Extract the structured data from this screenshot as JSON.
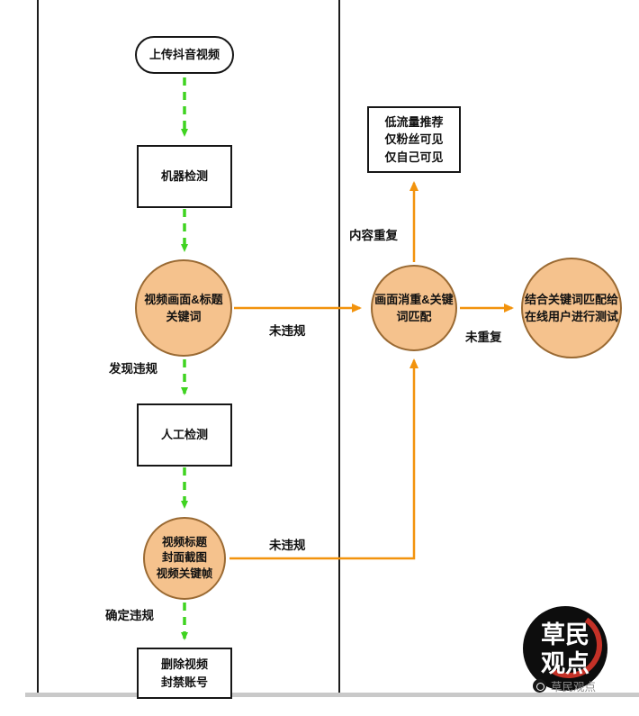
{
  "flow": {
    "nodes": {
      "upload": {
        "label": "上传抖音视频"
      },
      "machine_check": {
        "label": "机器检测"
      },
      "frame_title_keywords": {
        "label": "视频画面&标题关键词"
      },
      "manual_check": {
        "label": "人工检测"
      },
      "title_cover_keyframes": {
        "label": "视频标题\n封面截图\n视频关键帧"
      },
      "delete_ban": {
        "label": "删除视频\n封禁账号"
      },
      "low_traffic": {
        "label": "低流量推荐\n仅粉丝可见\n仅自己可见"
      },
      "dedup_match": {
        "label": "画面消重&关键词匹配"
      },
      "online_test": {
        "label": "结合关键词匹配给在线用户进行测试"
      }
    },
    "edge_labels": {
      "found_violation": "发现违规",
      "confirmed_violation": "确定违规",
      "no_violation_top": "未违规",
      "no_violation_bottom": "未违规",
      "content_duplicate": "内容重复",
      "not_duplicate": "未重复"
    }
  },
  "watermark": {
    "logo_line1": "草民",
    "logo_line2": "观点",
    "caption": "草民观点"
  },
  "colors": {
    "green_arrow": "#3fd320",
    "orange_arrow": "#f2930d",
    "circle_fill": "#f5c28d",
    "circle_stroke": "#9a6a33",
    "border_black": "#161616",
    "divider_gray": "#c9c9c9",
    "logo_red": "#c43127"
  }
}
